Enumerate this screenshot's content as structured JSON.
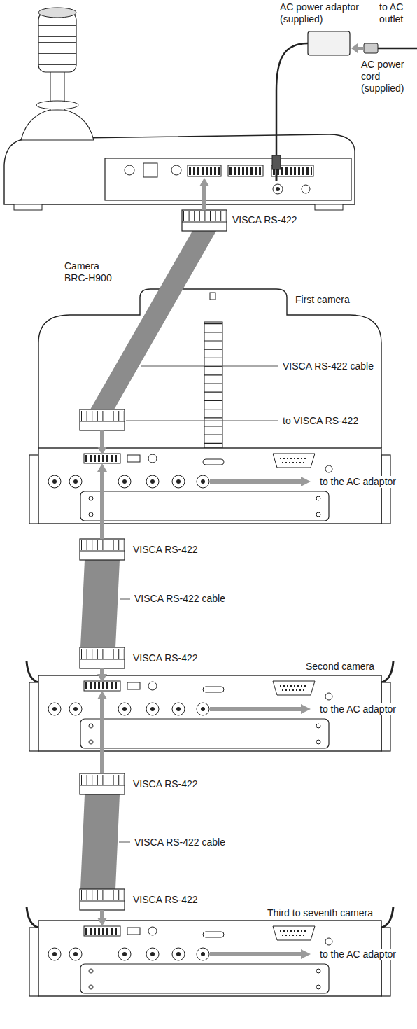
{
  "diagram": {
    "labels": [
      "AC power adaptor (supplied)",
      "to AC outlet",
      "AC power cord (supplied)",
      "VISCA RS-422",
      "Camera BRC-H900",
      "First camera",
      "VISCA RS-422 cable",
      "to VISCA RS-422",
      "to the AC adaptor",
      "VISCA RS-422",
      "VISCA RS-422 cable",
      "VISCA RS-422",
      "Second camera",
      "to the AC adaptor",
      "VISCA RS-422",
      "VISCA RS-422 cable",
      "VISCA RS-422",
      "Third to seventh camera",
      "to the AC adaptor"
    ]
  }
}
